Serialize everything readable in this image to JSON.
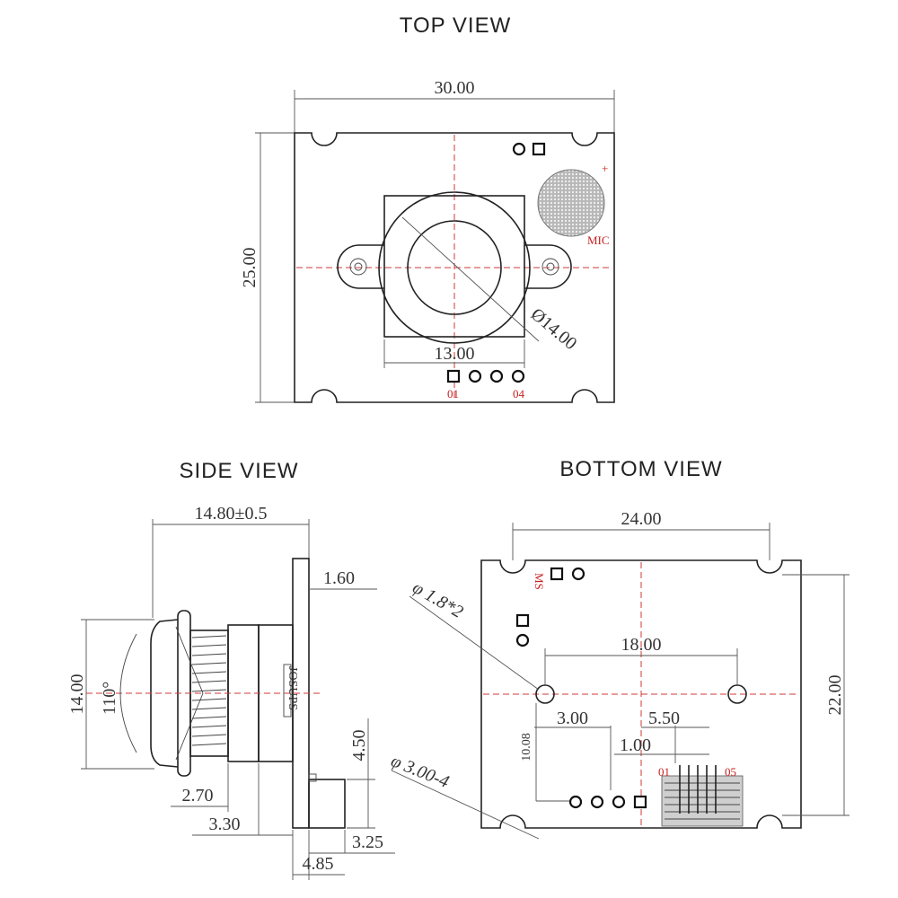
{
  "views": {
    "top": {
      "title": "TOP VIEW",
      "dims": {
        "width": "30.00",
        "height": "25.00",
        "lens_width": "13.00",
        "lens_diameter": "Ø14.00"
      },
      "labels": {
        "mic": "MIC",
        "plus": "+",
        "pin_first": "01",
        "pin_last": "04"
      }
    },
    "side": {
      "title": "SIDE VIEW",
      "dims": {
        "length": "14.80±0.5",
        "board_thickness": "1.60",
        "lens_height": "14.00",
        "angle": "110°",
        "d270": "2.70",
        "d330": "3.30",
        "d450": "4.50",
        "d325": "3.25",
        "d485": "4.85"
      },
      "labels": {
        "part_marking": "JOSUPS"
      }
    },
    "bottom": {
      "title": "BOTTOM  VIEW",
      "dims": {
        "width": "24.00",
        "height": "22.00",
        "hole_spacing": "18.00",
        "hole_callout": "φ 1.8*2",
        "corner_callout": "φ 3.00-4",
        "d300": "3.00",
        "d550": "5.50",
        "d100": "1.00",
        "d1008": "10.08"
      },
      "labels": {
        "ms": "MS",
        "pin_first": "01",
        "pin_last": "05"
      }
    }
  }
}
